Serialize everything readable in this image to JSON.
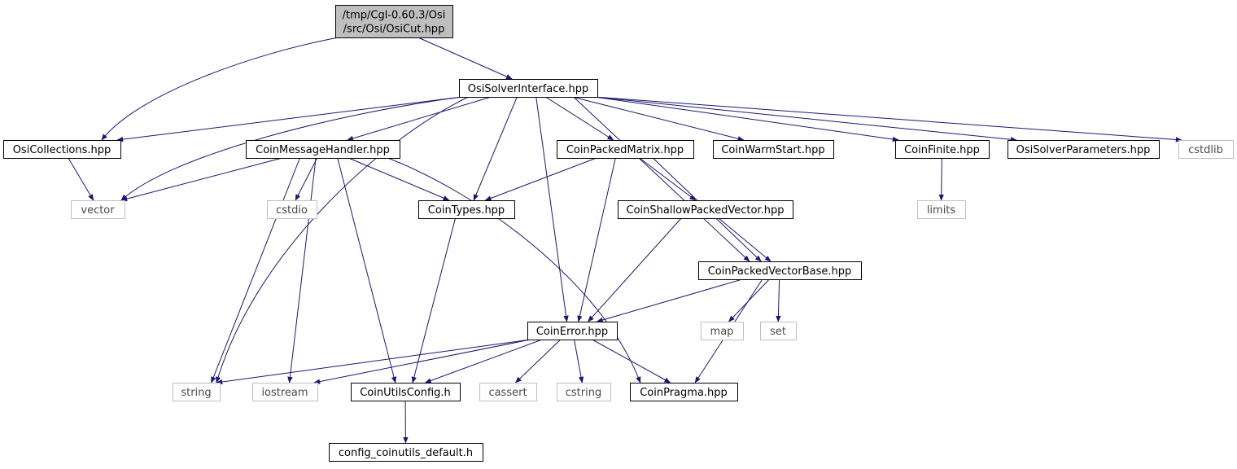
{
  "graph": {
    "edge_color": "#191970",
    "root_fill": "#bfbfbf",
    "internal_stroke": "#000000",
    "external_stroke": "#bfbfbf",
    "external_text": "#4a4a4a",
    "nodes": [
      {
        "id": "root",
        "lines": [
          "/tmp/Cgl-0.60.3/Osi",
          "/src/Osi/OsiCut.hpp"
        ],
        "kind": "root"
      },
      {
        "id": "osi_si",
        "lines": [
          "OsiSolverInterface.hpp"
        ],
        "kind": "internal"
      },
      {
        "id": "osi_coll",
        "lines": [
          "OsiCollections.hpp"
        ],
        "kind": "internal"
      },
      {
        "id": "coin_msg",
        "lines": [
          "CoinMessageHandler.hpp"
        ],
        "kind": "internal"
      },
      {
        "id": "coin_pm",
        "lines": [
          "CoinPackedMatrix.hpp"
        ],
        "kind": "internal"
      },
      {
        "id": "coin_ws",
        "lines": [
          "CoinWarmStart.hpp"
        ],
        "kind": "internal"
      },
      {
        "id": "coin_finite",
        "lines": [
          "CoinFinite.hpp"
        ],
        "kind": "internal"
      },
      {
        "id": "osi_sp",
        "lines": [
          "OsiSolverParameters.hpp"
        ],
        "kind": "internal"
      },
      {
        "id": "cstdlib",
        "lines": [
          "cstdlib"
        ],
        "kind": "external"
      },
      {
        "id": "vector",
        "lines": [
          "vector"
        ],
        "kind": "external"
      },
      {
        "id": "cstdio",
        "lines": [
          "cstdio"
        ],
        "kind": "external"
      },
      {
        "id": "coin_types",
        "lines": [
          "CoinTypes.hpp"
        ],
        "kind": "internal"
      },
      {
        "id": "coin_spv",
        "lines": [
          "CoinShallowPackedVector.hpp"
        ],
        "kind": "internal"
      },
      {
        "id": "limits",
        "lines": [
          "limits"
        ],
        "kind": "external"
      },
      {
        "id": "coin_pvb",
        "lines": [
          "CoinPackedVectorBase.hpp"
        ],
        "kind": "internal"
      },
      {
        "id": "coin_err",
        "lines": [
          "CoinError.hpp"
        ],
        "kind": "internal"
      },
      {
        "id": "map",
        "lines": [
          "map"
        ],
        "kind": "external"
      },
      {
        "id": "set",
        "lines": [
          "set"
        ],
        "kind": "external"
      },
      {
        "id": "string",
        "lines": [
          "string"
        ],
        "kind": "external"
      },
      {
        "id": "iostream",
        "lines": [
          "iostream"
        ],
        "kind": "external"
      },
      {
        "id": "coin_uc",
        "lines": [
          "CoinUtilsConfig.h"
        ],
        "kind": "internal"
      },
      {
        "id": "cassert",
        "lines": [
          "cassert"
        ],
        "kind": "external"
      },
      {
        "id": "cstring",
        "lines": [
          "cstring"
        ],
        "kind": "external"
      },
      {
        "id": "coin_pragma",
        "lines": [
          "CoinPragma.hpp"
        ],
        "kind": "internal"
      },
      {
        "id": "config_cu",
        "lines": [
          "config_coinutils_default.h"
        ],
        "kind": "internal"
      }
    ],
    "edges": [
      [
        "root",
        "osi_coll"
      ],
      [
        "root",
        "osi_si"
      ],
      [
        "osi_si",
        "osi_coll"
      ],
      [
        "osi_si",
        "vector"
      ],
      [
        "osi_si",
        "string"
      ],
      [
        "osi_si",
        "coin_msg"
      ],
      [
        "osi_si",
        "coin_types"
      ],
      [
        "osi_si",
        "coin_err"
      ],
      [
        "osi_si",
        "coin_pm"
      ],
      [
        "osi_si",
        "coin_ws"
      ],
      [
        "osi_si",
        "coin_finite"
      ],
      [
        "osi_si",
        "osi_sp"
      ],
      [
        "osi_si",
        "cstdlib"
      ],
      [
        "osi_si",
        "coin_pvb"
      ],
      [
        "osi_coll",
        "vector"
      ],
      [
        "coin_msg",
        "vector"
      ],
      [
        "coin_msg",
        "cstdio"
      ],
      [
        "coin_msg",
        "coin_types"
      ],
      [
        "coin_msg",
        "string"
      ],
      [
        "coin_msg",
        "iostream"
      ],
      [
        "coin_msg",
        "coin_uc"
      ],
      [
        "coin_msg",
        "coin_pragma"
      ],
      [
        "coin_pm",
        "coin_types"
      ],
      [
        "coin_pm",
        "coin_spv"
      ],
      [
        "coin_pm",
        "coin_err"
      ],
      [
        "coin_pm",
        "coin_pvb"
      ],
      [
        "coin_finite",
        "limits"
      ],
      [
        "coin_types",
        "coin_uc"
      ],
      [
        "coin_spv",
        "coin_pvb"
      ],
      [
        "coin_spv",
        "coin_err"
      ],
      [
        "coin_pvb",
        "coin_err"
      ],
      [
        "coin_pvb",
        "map"
      ],
      [
        "coin_pvb",
        "set"
      ],
      [
        "coin_pvb",
        "coin_pragma"
      ],
      [
        "coin_err",
        "string"
      ],
      [
        "coin_err",
        "iostream"
      ],
      [
        "coin_err",
        "coin_uc"
      ],
      [
        "coin_err",
        "cassert"
      ],
      [
        "coin_err",
        "cstring"
      ],
      [
        "coin_err",
        "coin_pragma"
      ],
      [
        "coin_uc",
        "config_cu"
      ]
    ]
  }
}
